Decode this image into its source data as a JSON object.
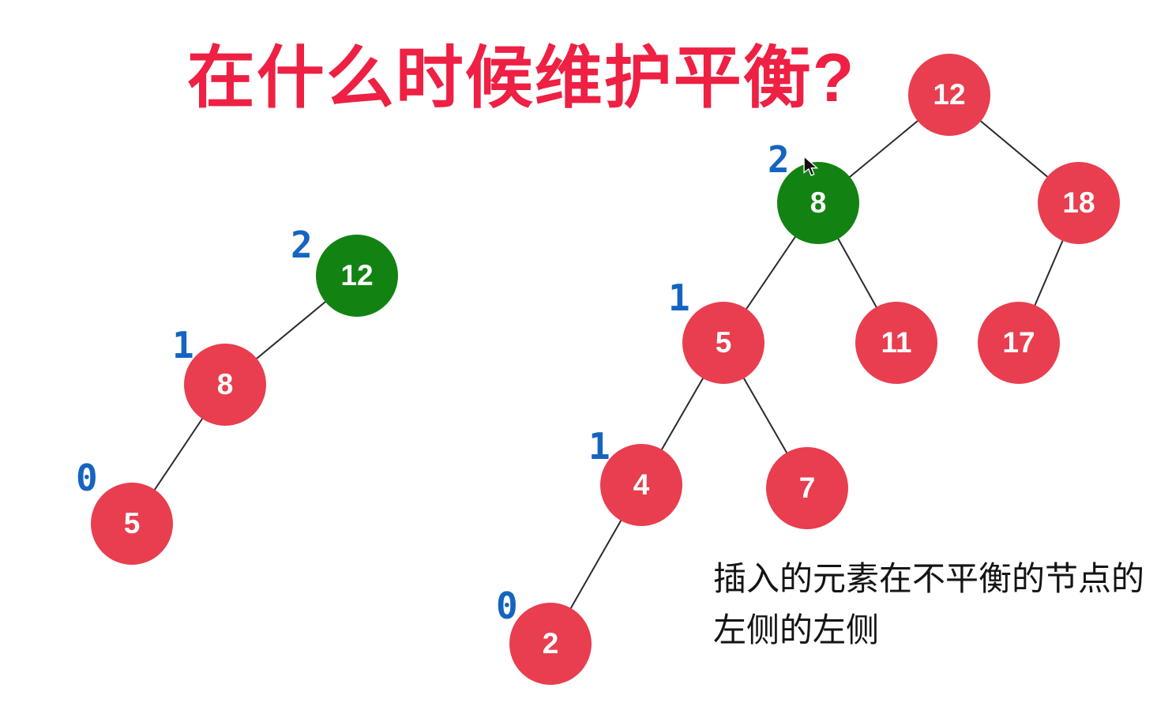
{
  "title": "在什么时候维护平衡?",
  "annotation": {
    "line1": "插入的元素在不平衡的节点的",
    "line2": "左侧的左侧"
  },
  "colors": {
    "node_red": "#e83e4f",
    "node_green": "#128312",
    "balance_blue": "#1565c0",
    "title_red": "#ee2043",
    "edge": "#2a2a2a",
    "background": "#ffffff"
  },
  "left_tree": {
    "description": "left-leaning chain, unbalanced at root",
    "nodes": [
      {
        "value": "12",
        "balance": "2",
        "color": "green"
      },
      {
        "value": "8",
        "balance": "1",
        "color": "red"
      },
      {
        "value": "5",
        "balance": "0",
        "color": "red"
      }
    ],
    "edges": [
      [
        "12",
        "8"
      ],
      [
        "8",
        "5"
      ]
    ]
  },
  "right_tree": {
    "description": "larger AVL tree, unbalanced at node 8",
    "nodes": [
      {
        "value": "12",
        "balance": "",
        "color": "red"
      },
      {
        "value": "8",
        "balance": "2",
        "color": "green"
      },
      {
        "value": "18",
        "balance": "",
        "color": "red"
      },
      {
        "value": "5",
        "balance": "1",
        "color": "red"
      },
      {
        "value": "11",
        "balance": "",
        "color": "red"
      },
      {
        "value": "17",
        "balance": "",
        "color": "red"
      },
      {
        "value": "4",
        "balance": "1",
        "color": "red"
      },
      {
        "value": "7",
        "balance": "",
        "color": "red"
      },
      {
        "value": "2",
        "balance": "0",
        "color": "red"
      }
    ],
    "edges": [
      [
        "12",
        "8"
      ],
      [
        "12",
        "18"
      ],
      [
        "8",
        "5"
      ],
      [
        "8",
        "11"
      ],
      [
        "18",
        "17"
      ],
      [
        "5",
        "4"
      ],
      [
        "5",
        "7"
      ],
      [
        "4",
        "2"
      ]
    ]
  },
  "cursor": {
    "icon": "mouse-pointer"
  }
}
